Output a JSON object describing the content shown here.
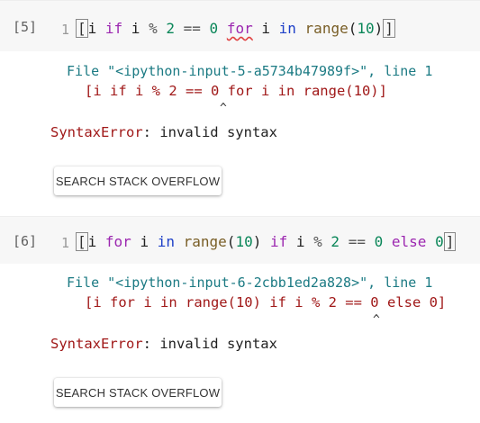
{
  "cells": [
    {
      "exec_count": "[5]",
      "line_number": "1",
      "traceback_file": "File \"<ipython-input-5-a5734b47989f>\", line 1",
      "traceback_code": "[i if i % 2 == 0 for i in range(10)]",
      "traceback_caret": "^",
      "error_name": "SyntaxError",
      "error_message": ": invalid syntax",
      "button_label": "SEARCH STACK OVERFLOW"
    },
    {
      "exec_count": "[6]",
      "line_number": "1",
      "traceback_file": "File \"<ipython-input-6-2cbb1ed2a828>\", line 1",
      "traceback_code": "[i for i in range(10) if i % 2 == 0 else 0]",
      "traceback_caret": "^",
      "error_name": "SyntaxError",
      "error_message": ": invalid syntax",
      "button_label": "SEARCH STACK OVERFLOW"
    }
  ]
}
